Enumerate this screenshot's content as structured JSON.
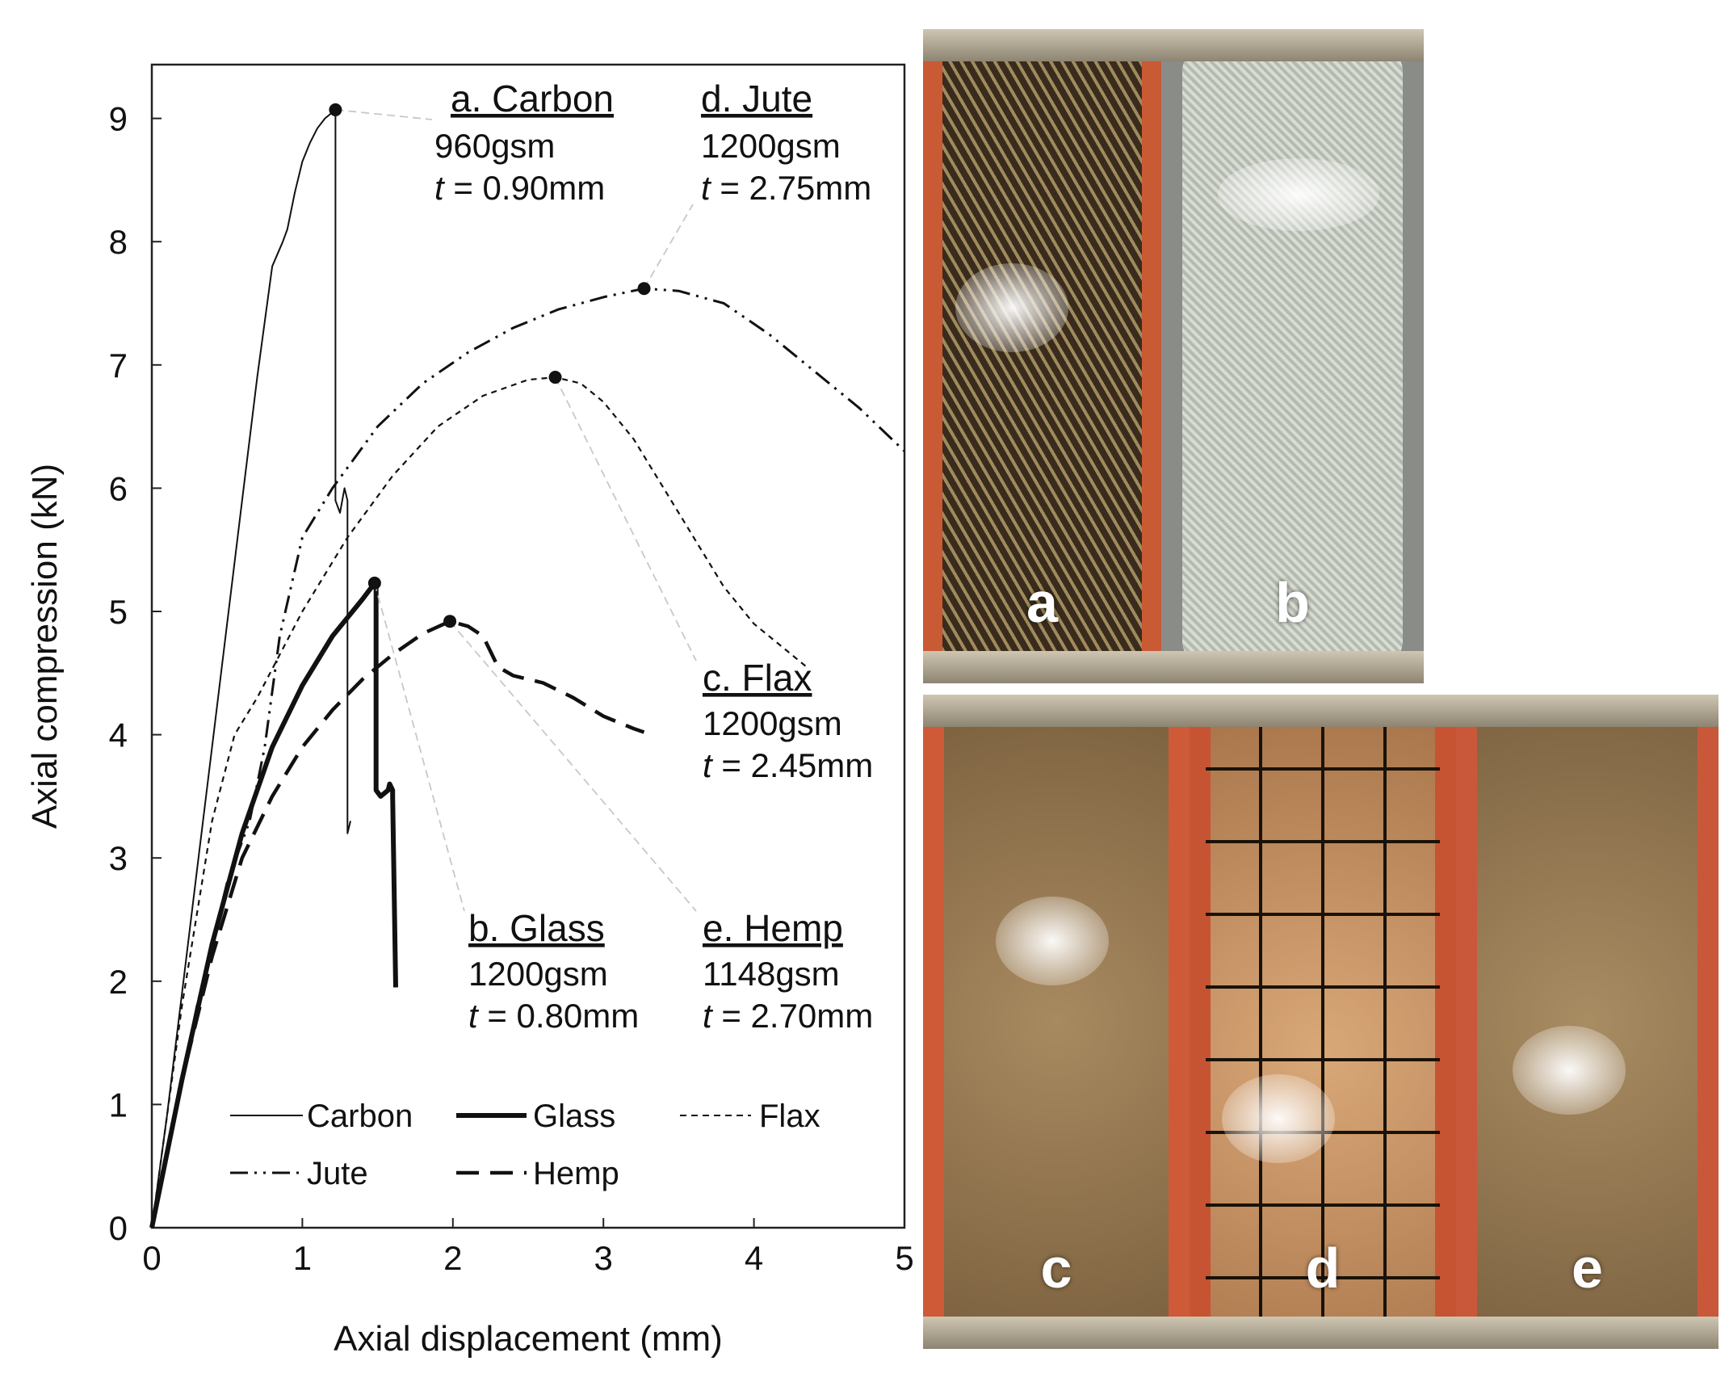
{
  "chart_data": {
    "type": "line",
    "xlabel": "Axial displacement (mm)",
    "ylabel": "Axial compression (kN)",
    "xlim": [
      0,
      5
    ],
    "ylim": [
      0,
      9.5
    ],
    "xticks": [
      "0",
      "1",
      "2",
      "3",
      "4",
      "5"
    ],
    "yticks": [
      "0",
      "1",
      "2",
      "3",
      "4",
      "5",
      "6",
      "7",
      "8",
      "9"
    ],
    "grid": false,
    "legend_placement": "bottom-left",
    "series": [
      {
        "name": "Carbon",
        "style": "thin-solid",
        "x": [
          0,
          0.1,
          0.2,
          0.3,
          0.4,
          0.5,
          0.6,
          0.7,
          0.8,
          0.87,
          0.9,
          0.95,
          1.0,
          1.05,
          1.1,
          1.15,
          1.2,
          1.21,
          1.22,
          1.22,
          1.25,
          1.28,
          1.3,
          1.3,
          1.32
        ],
        "y": [
          0,
          0.9,
          1.9,
          2.9,
          3.9,
          4.9,
          5.9,
          6.9,
          7.8,
          8.0,
          8.1,
          8.4,
          8.65,
          8.8,
          8.92,
          9.0,
          9.05,
          9.07,
          9.07,
          5.9,
          5.8,
          6.0,
          5.9,
          3.2,
          3.3
        ]
      },
      {
        "name": "Glass",
        "style": "thick-solid",
        "x": [
          0,
          0.2,
          0.4,
          0.6,
          0.8,
          1.0,
          1.2,
          1.4,
          1.48,
          1.49,
          1.49,
          1.52,
          1.57,
          1.58,
          1.6,
          1.6,
          1.62
        ],
        "y": [
          0,
          1.2,
          2.3,
          3.2,
          3.9,
          4.4,
          4.8,
          5.1,
          5.23,
          5.22,
          3.55,
          3.5,
          3.55,
          3.6,
          3.55,
          3.5,
          1.95
        ]
      },
      {
        "name": "Flax",
        "style": "short-dash",
        "x": [
          0,
          0.2,
          0.4,
          0.55,
          0.7,
          1.0,
          1.3,
          1.6,
          1.9,
          2.2,
          2.5,
          2.68,
          2.85,
          3.0,
          3.2,
          3.4,
          3.6,
          3.8,
          4.0,
          4.2,
          4.35
        ],
        "y": [
          0,
          1.8,
          3.3,
          4.0,
          4.3,
          5.0,
          5.6,
          6.1,
          6.5,
          6.75,
          6.88,
          6.9,
          6.85,
          6.7,
          6.4,
          6.0,
          5.6,
          5.2,
          4.9,
          4.7,
          4.55
        ]
      },
      {
        "name": "Jute",
        "style": "dash-dot-dot",
        "x": [
          0,
          0.3,
          0.5,
          0.65,
          0.75,
          0.85,
          1.0,
          1.2,
          1.5,
          1.8,
          2.1,
          2.4,
          2.7,
          3.0,
          3.27,
          3.5,
          3.8,
          4.1,
          4.4,
          4.7,
          5.0
        ],
        "y": [
          0,
          1.8,
          2.8,
          3.3,
          3.9,
          4.8,
          5.6,
          6.0,
          6.5,
          6.85,
          7.1,
          7.3,
          7.45,
          7.55,
          7.62,
          7.6,
          7.5,
          7.25,
          6.95,
          6.65,
          6.3
        ]
      },
      {
        "name": "Hemp",
        "style": "long-dash",
        "x": [
          0,
          0.2,
          0.4,
          0.6,
          0.8,
          1.0,
          1.2,
          1.4,
          1.6,
          1.8,
          1.98,
          2.1,
          2.2,
          2.3,
          2.4,
          2.6,
          2.8,
          3.0,
          3.2,
          3.27
        ],
        "y": [
          0,
          1.2,
          2.2,
          3.0,
          3.5,
          3.9,
          4.2,
          4.45,
          4.65,
          4.82,
          4.92,
          4.88,
          4.8,
          4.55,
          4.48,
          4.42,
          4.3,
          4.15,
          4.05,
          4.02
        ]
      }
    ],
    "markers": [
      {
        "series": "Carbon",
        "x": 1.22,
        "y": 9.07
      },
      {
        "series": "Jute",
        "x": 3.27,
        "y": 7.62
      },
      {
        "series": "Flax",
        "x": 2.68,
        "y": 6.9
      },
      {
        "series": "Glass",
        "x": 1.48,
        "y": 5.23
      },
      {
        "series": "Hemp",
        "x": 1.98,
        "y": 4.92
      }
    ],
    "annotations": [
      {
        "id": "carbon",
        "name": "a. Carbon",
        "gsm": "960gsm",
        "t_var": "t",
        "t_value": " = 0.90mm"
      },
      {
        "id": "jute",
        "name": "d. Jute",
        "gsm": "1200gsm",
        "t_var": "t",
        "t_value": " = 2.75mm"
      },
      {
        "id": "flax",
        "name": "c. Flax",
        "gsm": "1200gsm",
        "t_var": "t",
        "t_value": " = 2.45mm"
      },
      {
        "id": "glass",
        "name": "b. Glass",
        "gsm": "1200gsm",
        "t_var": "t",
        "t_value": " = 0.80mm"
      },
      {
        "id": "hemp",
        "name": "e. Hemp",
        "gsm": "1148gsm",
        "t_var": "t",
        "t_value": " = 2.70mm"
      }
    ],
    "legend": [
      "Carbon",
      "Glass",
      "Flax",
      "Jute",
      "Hemp"
    ]
  },
  "photos": {
    "a": {
      "letter": "a",
      "color_base": "#2a2016",
      "color_light": "#8a7550"
    },
    "b": {
      "letter": "b",
      "color_base": "#9ea39a",
      "color_light": "#dfe3da"
    },
    "c": {
      "letter": "c",
      "color_base": "#7d6240",
      "color_light": "#b99b6e"
    },
    "d": {
      "letter": "d",
      "color_base": "#a8744a",
      "color_light": "#d9a878"
    },
    "e": {
      "letter": "e",
      "color_base": "#7f6443",
      "color_light": "#b89c70"
    }
  }
}
